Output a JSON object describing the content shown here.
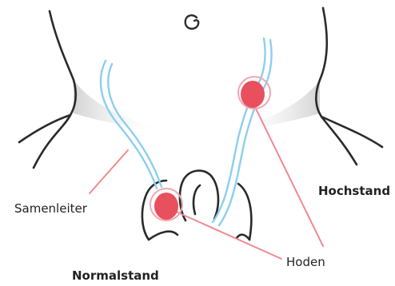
{
  "labels": {
    "vas_deferens": "Samenleiter",
    "testes": "Hoden",
    "normal_position": "Normalstand",
    "high_position": "Hochstand"
  },
  "colors": {
    "outline": "#2a2a2a",
    "vas_line": "#8ccfee",
    "testis_fill": "#e8505e",
    "testis_ring": "#f2a7ae",
    "leader_line": "#ee8a93",
    "shadow": "#d9d9d9",
    "text": "#222222"
  },
  "icons": {
    "navel": "navel-swirl-icon"
  }
}
